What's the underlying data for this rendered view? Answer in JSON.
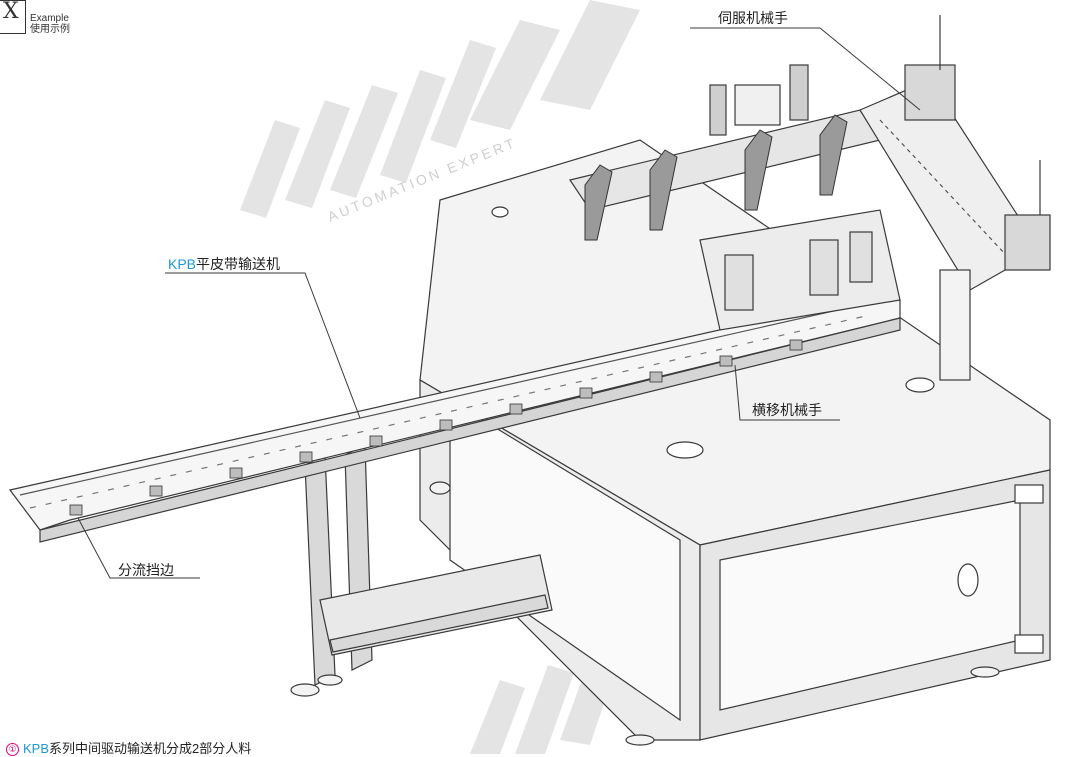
{
  "badge": {
    "glyph": "X",
    "title_en": "Example",
    "title_cn": "使用示例"
  },
  "callouts": {
    "servo_robot": "伺服机械手",
    "conveyor_brand": "KPB",
    "conveyor_rest": "平皮带输送机",
    "traverse_robot": "横移机械手",
    "diverter_edge": "分流挡边"
  },
  "watermark": {
    "tagline": "AUTOMATION EXPERT",
    "registered": "®"
  },
  "footer": {
    "marker": "①",
    "brand": "KPB",
    "text": "系列中间驱动输送机分成2部分人料"
  },
  "colors": {
    "accent": "#1a9ad6",
    "line": "#3a3a3a",
    "frame_fill": "#f3f3f3",
    "watermark": "#d9d9d9"
  }
}
